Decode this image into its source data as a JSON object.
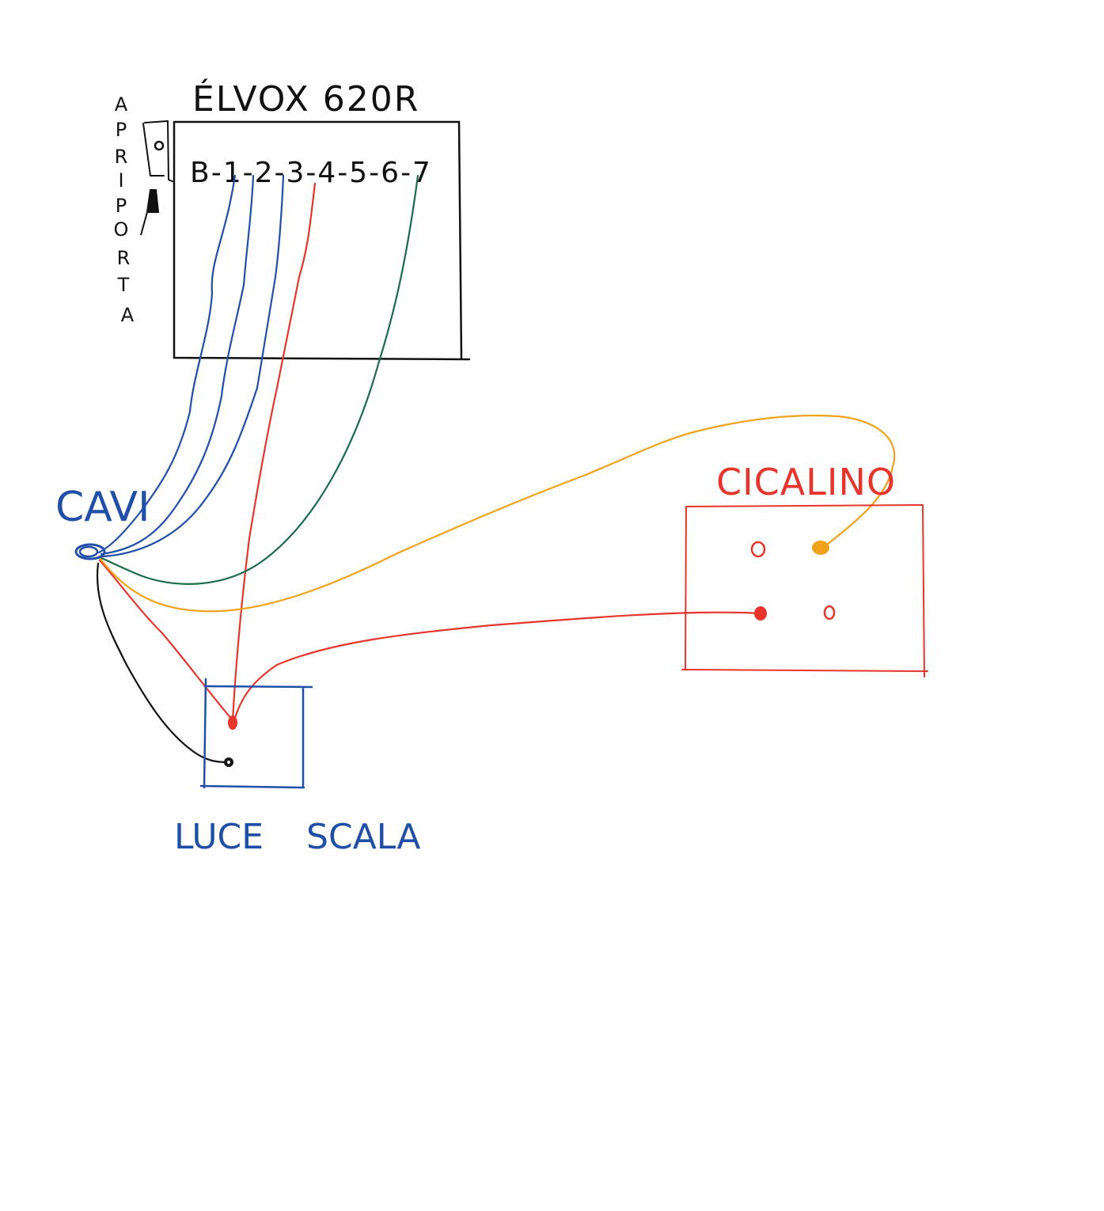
{
  "labels": {
    "device_title": "ÉLVOX 620R",
    "terminals": "B-1-2-3-4-5-6-7",
    "door_opener_letters": [
      "A",
      "P",
      "R",
      "I",
      "P",
      "O",
      "R",
      "T",
      "A"
    ],
    "cable_label": "CAVI",
    "buzzer_title": "CICALINO",
    "stair_light_label": "LUCE SCALA"
  },
  "colors": {
    "black": "#111111",
    "blue": "#1f4fa8",
    "red": "#e8352b",
    "green": "#1a6b4a",
    "orange": "#f0a21a"
  }
}
